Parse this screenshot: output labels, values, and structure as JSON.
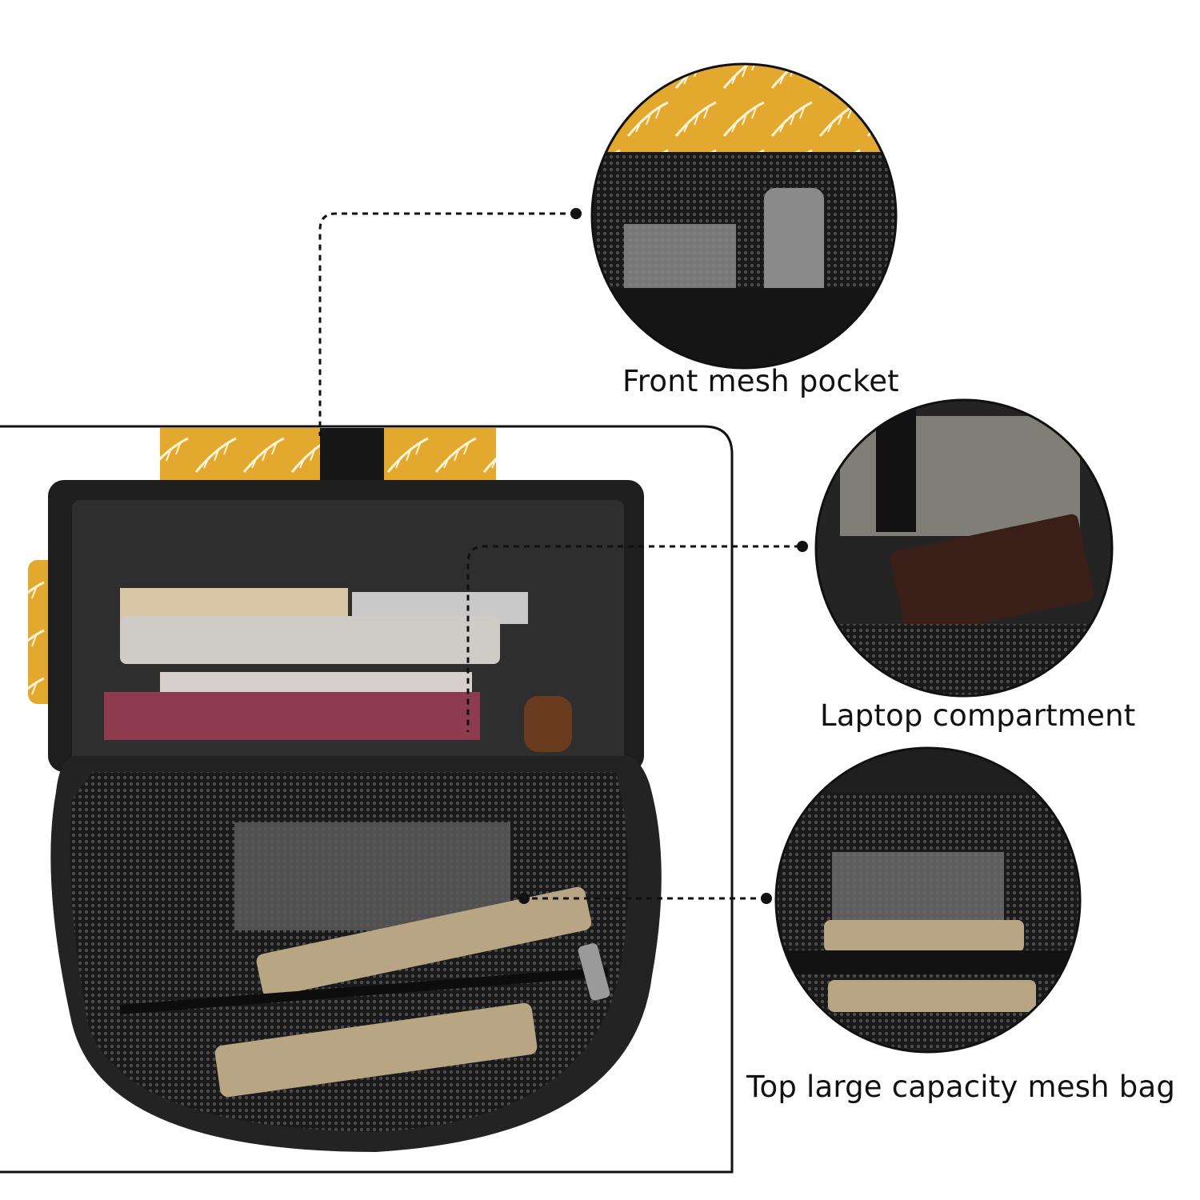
{
  "callouts": {
    "front_mesh_pocket": "Front mesh pocket",
    "laptop_compartment": "Laptop compartment",
    "top_mesh_bag": "Top large capacity mesh bag"
  },
  "colors": {
    "pattern_yellow": "#e3a92e",
    "bag_black": "#1c1c1c",
    "lining": "#2b2b2b",
    "mesh": "#3a3a3a",
    "line": "#111111"
  }
}
